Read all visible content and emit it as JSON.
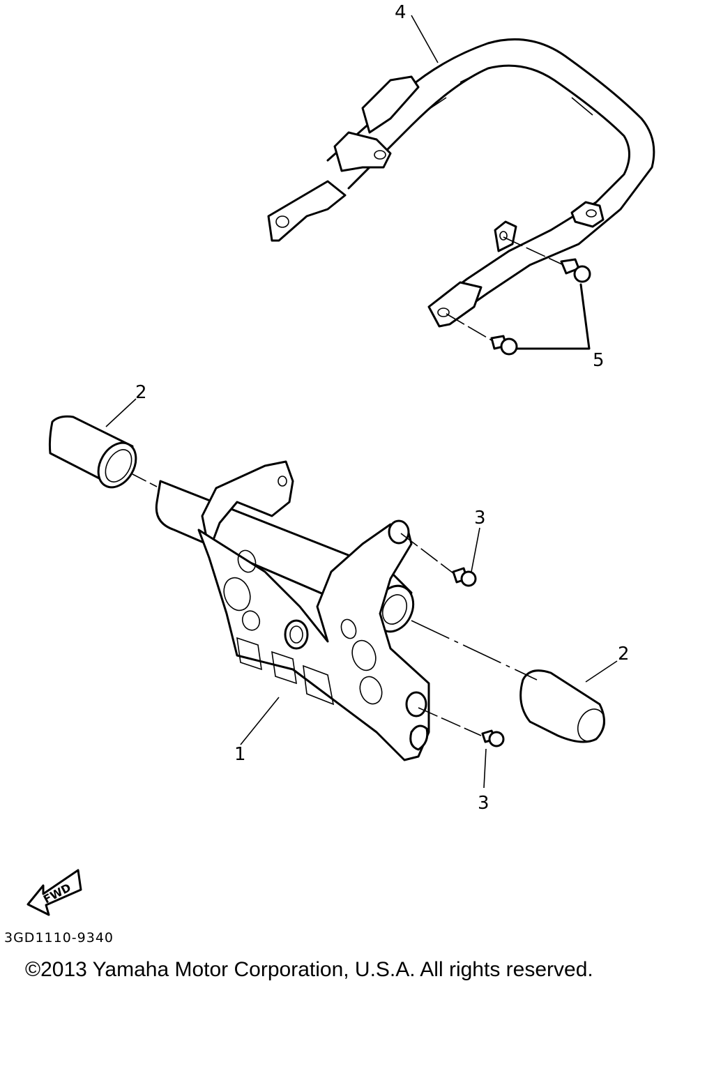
{
  "callouts": {
    "c1": "1",
    "c2a": "2",
    "c2b": "2",
    "c3a": "3",
    "c3b": "3",
    "c4": "4",
    "c5": "5"
  },
  "fwd_label": "FWD",
  "drawing_code": "3GD1110-9340",
  "copyright": "©2013 Yamaha Motor Corporation, U.S.A. All rights reserved."
}
